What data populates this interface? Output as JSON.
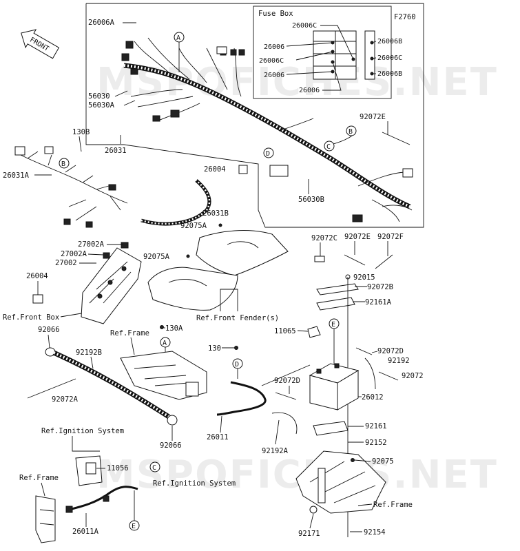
{
  "diagram_code": "F2760",
  "front_arrow": "FRONT",
  "fuse_box": {
    "title": "Fuse Box",
    "labels": [
      "26006C",
      "26006",
      "26006C",
      "26006",
      "26006",
      "26006B",
      "26006C",
      "26006B"
    ]
  },
  "callouts": [
    "A",
    "B",
    "C",
    "D",
    "E"
  ],
  "part_labels": {
    "p26006A": "26006A",
    "p56030": "56030",
    "p56030A": "56030A",
    "p26031": "26031",
    "p130B": "130B",
    "p26031A": "26031A",
    "p26004a": "26004",
    "p56030B": "56030B",
    "p92072E_top": "92072E",
    "p26031B": "26031B",
    "p92075A_a": "92075A",
    "p92075A_b": "92075A",
    "p27002A_a": "27002A",
    "p27002A_b": "27002A",
    "p27002": "27002",
    "p26004b": "26004",
    "p92072C": "92072C",
    "p92072E_mid": "92072E",
    "p92072F": "92072F",
    "p92015": "92015",
    "p92072B": "92072B",
    "p92161A": "92161A",
    "p130A": "130A",
    "p92066a": "92066",
    "p92192B": "92192B",
    "p130": "130",
    "p11065": "11065",
    "p92072D_a": "92072D",
    "p92192": "92192",
    "p92072": "92072",
    "p92072D_b": "92072D",
    "p26012": "26012",
    "p92072A": "92072A",
    "p92066b": "92066",
    "p26011": "26011",
    "p92192A": "92192A",
    "p92161": "92161",
    "p92152": "92152",
    "p11056": "11056",
    "p92075": "92075",
    "p26011A": "26011A",
    "p92171": "92171",
    "p92154": "92154"
  },
  "refs": {
    "front_box": "Ref.Front Box",
    "front_fender": "Ref.Front Fender(s)",
    "frame_a": "Ref.Frame",
    "ignition_a": "Ref.Ignition System",
    "ignition_b": "Ref.Ignition System",
    "frame_b": "Ref.Frame",
    "frame_c": "Ref.Frame"
  },
  "watermark": "MSPOFICHES.NET"
}
